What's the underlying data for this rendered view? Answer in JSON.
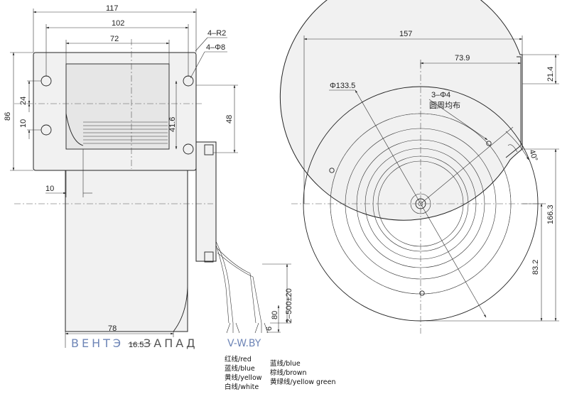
{
  "dimensions": {
    "width_overall": "117",
    "hole_spacing_h": "102",
    "inner_width": "72",
    "height_overall": "86",
    "d24": "24",
    "d10_left": "10",
    "d41_6": "41.6",
    "d48": "48",
    "d10_bottom": "10",
    "d78": "78",
    "d16_5": "16.5",
    "d6": "6",
    "d80": "80",
    "lead_length": "2–500±20",
    "corner_radius": "4–R2",
    "mount_holes": "4–Φ8",
    "d157": "157",
    "d73_9": "73.9",
    "d21_4": "21.4",
    "diameter": "Φ133.5",
    "holes_3": "3–Φ4",
    "holes_3_note": "圆周均布",
    "angle_40": "40°",
    "d166_3": "166.3",
    "d83_2": "83.2"
  },
  "watermark": {
    "brand_left": "ВЕНТЭ",
    "brand_right": "ЗАПАД",
    "site": "V-W.BY",
    "brand_color": "#6f86b7"
  },
  "wire_legend": {
    "left": [
      "红线/red",
      "蓝线/blue",
      "黄线/yellow",
      "白线/white"
    ],
    "right": [
      "蓝线/blue",
      "棕线/brown",
      "黄绿线/yellow  green"
    ]
  }
}
